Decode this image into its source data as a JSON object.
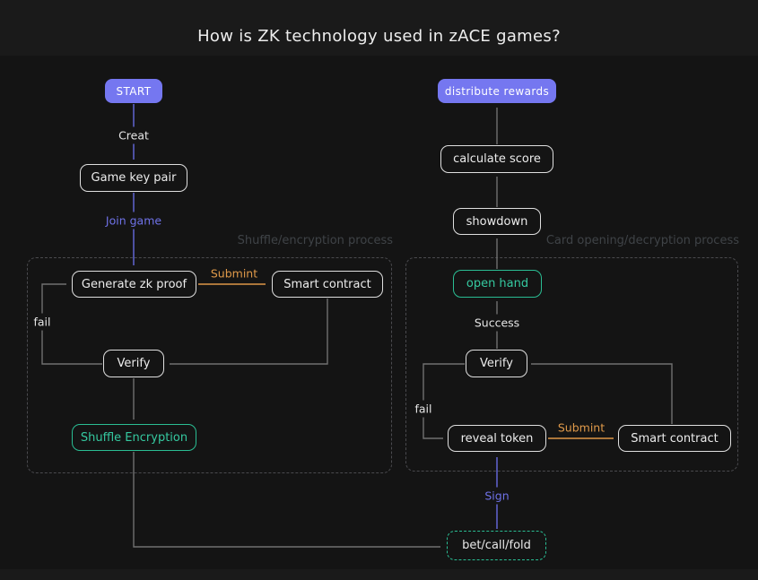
{
  "title": "How is ZK technology used in zACE games?",
  "colors": {
    "background": "#141414",
    "band": "#1a1a1a",
    "accent_purple": "#7577f0",
    "purple_line": "#666ae0",
    "accent_green": "#2abd93",
    "accent_orange": "#dd9747",
    "gray_line": "#707070",
    "dim_label": "#3f4347"
  },
  "flow_left": {
    "start": "START",
    "create_label": "Creat",
    "game_key_pair": "Game key pair",
    "join_game_label": "Join game",
    "container_label": "Shuffle/encryption process",
    "generate_zk_proof": "Generate zk proof",
    "submit_label": "Submint",
    "smart_contract": "Smart contract",
    "fail_label": "fail",
    "verify": "Verify",
    "shuffle_encryption": "Shuffle Encryption"
  },
  "flow_right": {
    "distribute_rewards": "distribute rewards",
    "calculate_score": "calculate score",
    "showdown": "showdown",
    "container_label": "Card opening/decryption process",
    "open_hand": "open hand",
    "success_label": "Success",
    "verify": "Verify",
    "fail_label": "fail",
    "reveal_token": "reveal token",
    "submit_label": "Submint",
    "smart_contract": "Smart contract",
    "sign_label": "Sign",
    "bet_call_fold": "bet/call/fold"
  }
}
